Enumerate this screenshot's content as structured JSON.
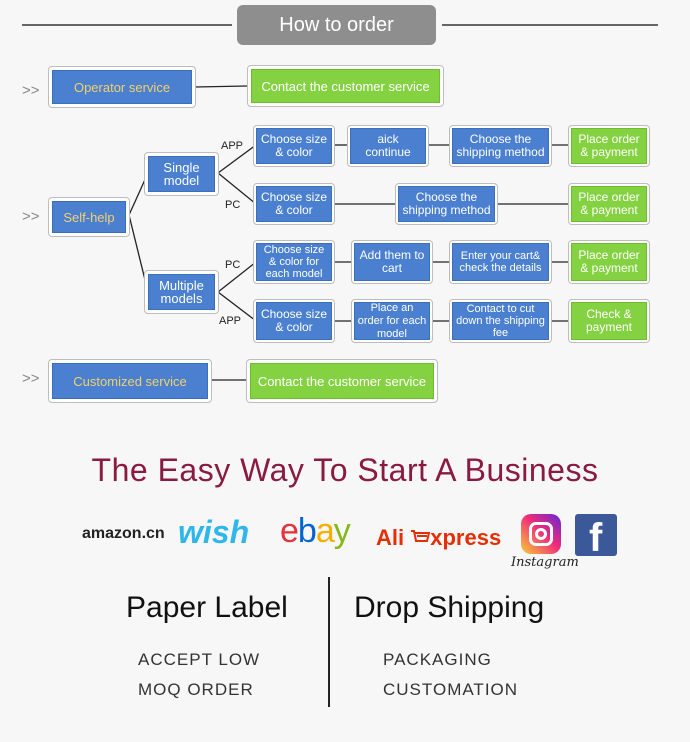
{
  "header": {
    "title": "How to order"
  },
  "prompts": [
    ">>",
    ">>",
    ">>"
  ],
  "rows": {
    "operator": {
      "label": "Operator service",
      "action": "Contact the customer service"
    },
    "selfhelp": {
      "label": "Self-help"
    },
    "customized": {
      "label": "Customized service",
      "action": "Contact the customer service"
    }
  },
  "branches": {
    "single": "Single model",
    "multiple": "Multiple models",
    "app1": "APP",
    "pc1": "PC",
    "pc2": "PC",
    "app2": "APP"
  },
  "steps": {
    "r1": [
      "Choose size & color",
      "aick continue",
      "Choose the shipping method",
      "Place order & payment"
    ],
    "r2": [
      "Choose size & color",
      "Choose the shipping method",
      "Place order & payment"
    ],
    "r3": [
      "Choose size & color for each model",
      "Add them to cart",
      "Enter your cart& check the details",
      "Place order & payment"
    ],
    "r4": [
      "Choose size & color",
      "Place an order for each model",
      "Contact to cut down the shipping fee",
      "Check & payment"
    ]
  },
  "slogan": "The Easy Way To Start A Business",
  "logos": {
    "amazon": "amazon.cn",
    "wish": "wish",
    "ebay_e": "e",
    "ebay_b": "b",
    "ebay_a": "a",
    "ebay_y": "y",
    "ali": "Ali",
    "express": "xpress",
    "instagram_label": "Instagram",
    "facebook": "f"
  },
  "features": {
    "left": {
      "title": "Paper Label",
      "line1": "ACCEPT  LOW",
      "line2": "MOQ  ORDER"
    },
    "right": {
      "title": "Drop Shipping",
      "line1": "PACKAGING",
      "line2": "CUSTOMATION"
    }
  },
  "colors": {
    "blue": "#4a80cf",
    "green": "#84d242",
    "title_pill": "#8e8e8e",
    "slogan": "#8a1a40"
  }
}
